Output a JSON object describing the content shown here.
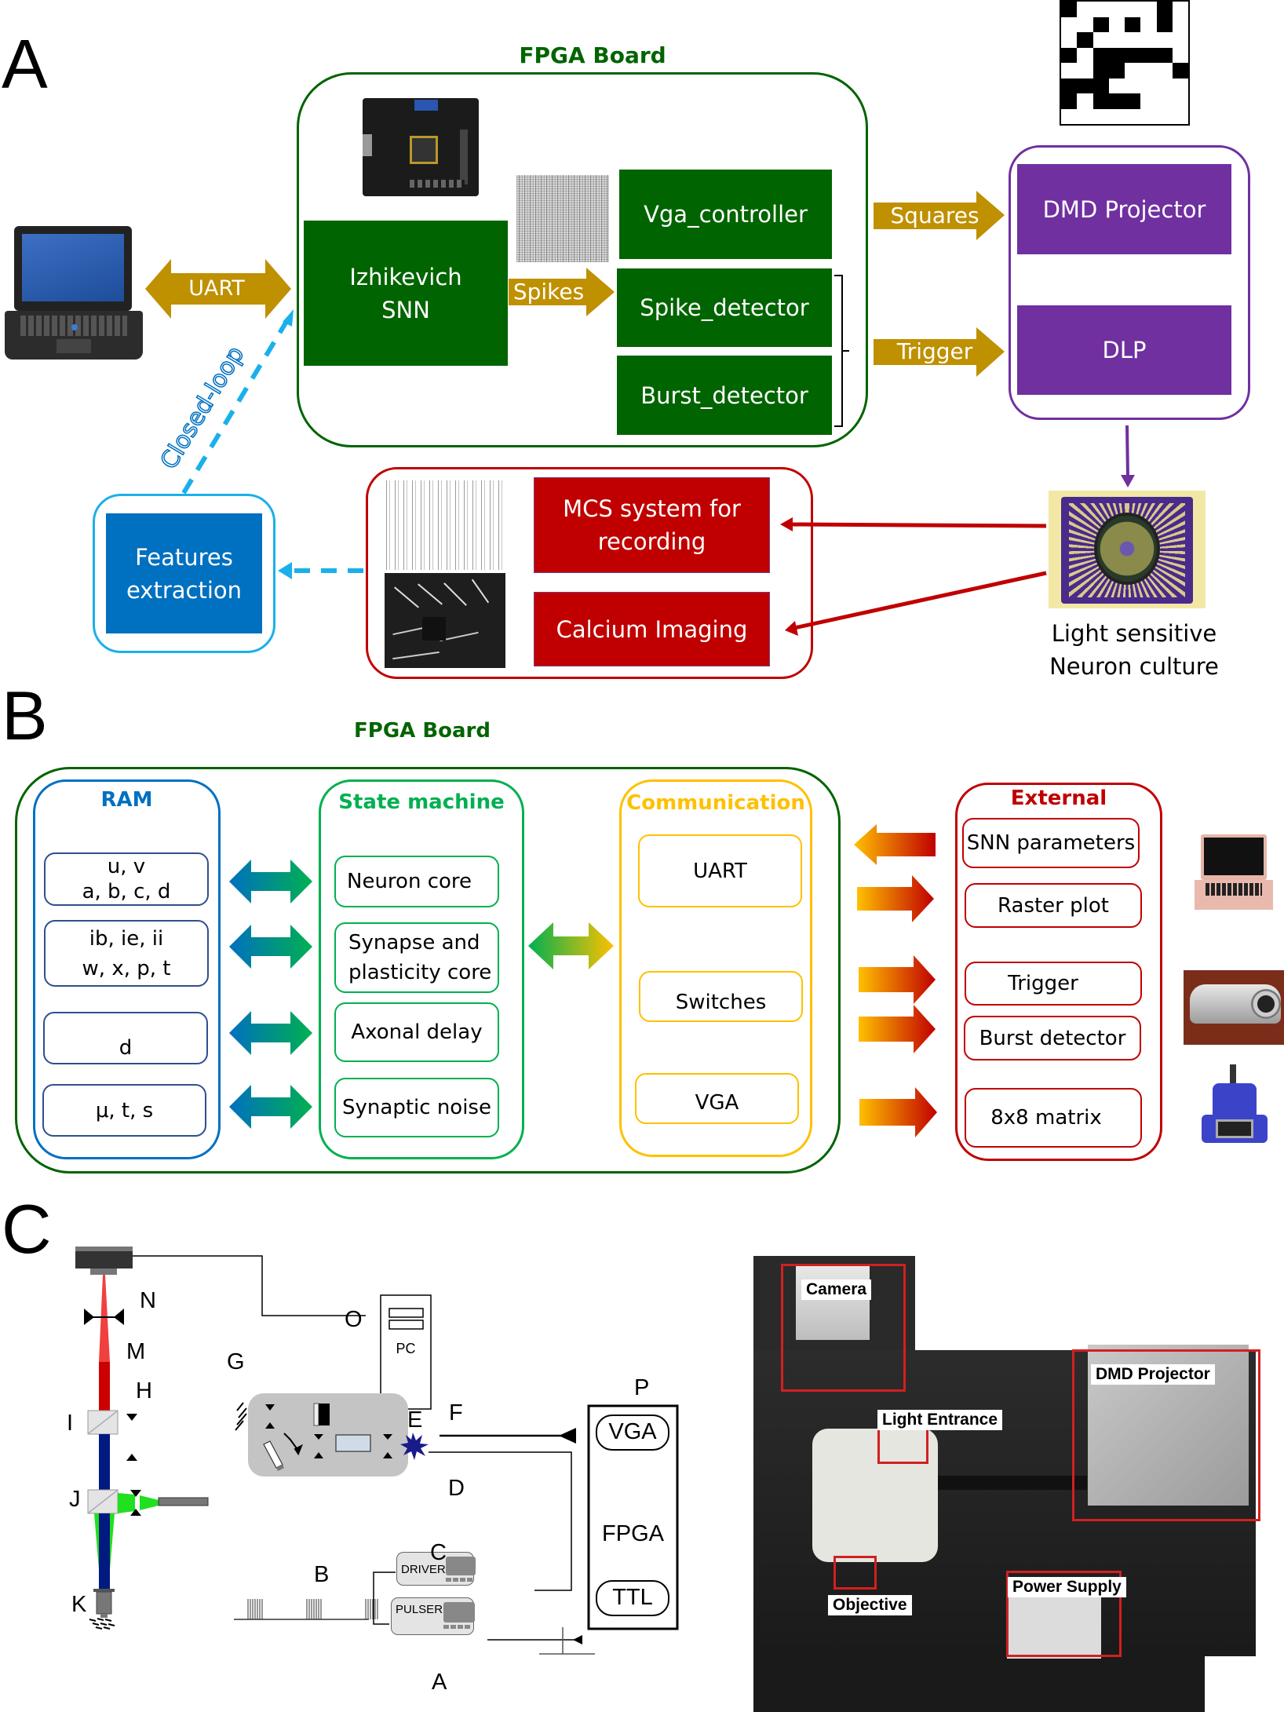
{
  "panel_a": {
    "letter": "A",
    "fpga_title": "FPGA Board",
    "izhikevich_line1": "Izhikevich",
    "izhikevich_line2": "SNN",
    "vga_controller": "Vga_controller",
    "spike_detector": "Spike_detector",
    "burst_detector": "Burst_detector",
    "uart_arrow": "UART",
    "spikes_arrow": "Spikes",
    "squares_arrow": "Squares",
    "trigger_arrow": "Trigger",
    "dmd_projector": "DMD Projector",
    "dlp": "DLP",
    "closed_loop": "Closed-loop",
    "features_line1": "Features",
    "features_line2": "extraction",
    "mcs_line1": "MCS system for",
    "mcs_line2": "recording",
    "calcium_imaging": "Calcium Imaging",
    "culture_line1": "Light sensitive",
    "culture_line2": "Neuron culture",
    "pattern_8x8": [
      [
        1,
        0,
        0,
        0,
        0,
        0,
        1,
        0
      ],
      [
        0,
        0,
        1,
        0,
        1,
        0,
        1,
        0
      ],
      [
        0,
        1,
        0,
        0,
        0,
        0,
        0,
        0
      ],
      [
        1,
        0,
        1,
        1,
        1,
        1,
        1,
        0
      ],
      [
        0,
        0,
        1,
        1,
        0,
        0,
        0,
        1
      ],
      [
        1,
        1,
        1,
        0,
        0,
        0,
        0,
        0
      ],
      [
        1,
        0,
        1,
        1,
        1,
        0,
        0,
        0
      ],
      [
        0,
        0,
        0,
        0,
        0,
        0,
        0,
        0
      ]
    ],
    "icons": [
      "laptop-icon",
      "fpga-board-photo",
      "raster-plot-image",
      "calcium-image",
      "mea-chip-photo"
    ]
  },
  "panel_b": {
    "letter": "B",
    "fpga_title": "FPGA Board",
    "ram": {
      "title": "RAM",
      "items": [
        {
          "line1": "u, v",
          "line2": "a, b, c, d"
        },
        {
          "line1": "ib, ie, ii",
          "line2": "w, x, p, t"
        },
        {
          "line1": "d",
          "line2": ""
        },
        {
          "line1": "μ, t, s",
          "line2": ""
        }
      ]
    },
    "state_machine": {
      "title": "State machine",
      "items": [
        {
          "line1": "Neuron core",
          "line2": ""
        },
        {
          "line1": "Synapse and",
          "line2": "plasticity core"
        },
        {
          "line1": "Axonal delay",
          "line2": ""
        },
        {
          "line1": "Synaptic noise",
          "line2": ""
        }
      ]
    },
    "communication": {
      "title": "Communication",
      "items": [
        "UART",
        "Switches",
        "VGA"
      ]
    },
    "external": {
      "title": "External",
      "items": [
        "SNN parameters",
        "Raster plot",
        "Trigger",
        "Burst detector",
        "8x8 matrix"
      ]
    },
    "colors": {
      "ram": "#0070c0",
      "state_machine": "#00b050",
      "communication": "#ffc000",
      "external": "#c00000",
      "board": "#006400"
    }
  },
  "panel_c": {
    "letter": "C",
    "labels": {
      "N": "N",
      "M": "M",
      "H": "H",
      "I": "I",
      "J": "J",
      "K": "K",
      "G": "G",
      "E": "E",
      "F": "F",
      "D": "D",
      "O": "O",
      "P": "P",
      "C": "C",
      "B": "B",
      "A": "A"
    },
    "pc": "PC",
    "fpga": "FPGA",
    "vga": "VGA",
    "ttl": "TTL",
    "driver": "DRIVER",
    "pulser": "PULSER",
    "photo_labels": {
      "camera": "Camera",
      "dmd_projector": "DMD Projector",
      "light_entrance": "Light Entrance",
      "objective": "Objective",
      "power_supply": "Power Supply"
    }
  }
}
